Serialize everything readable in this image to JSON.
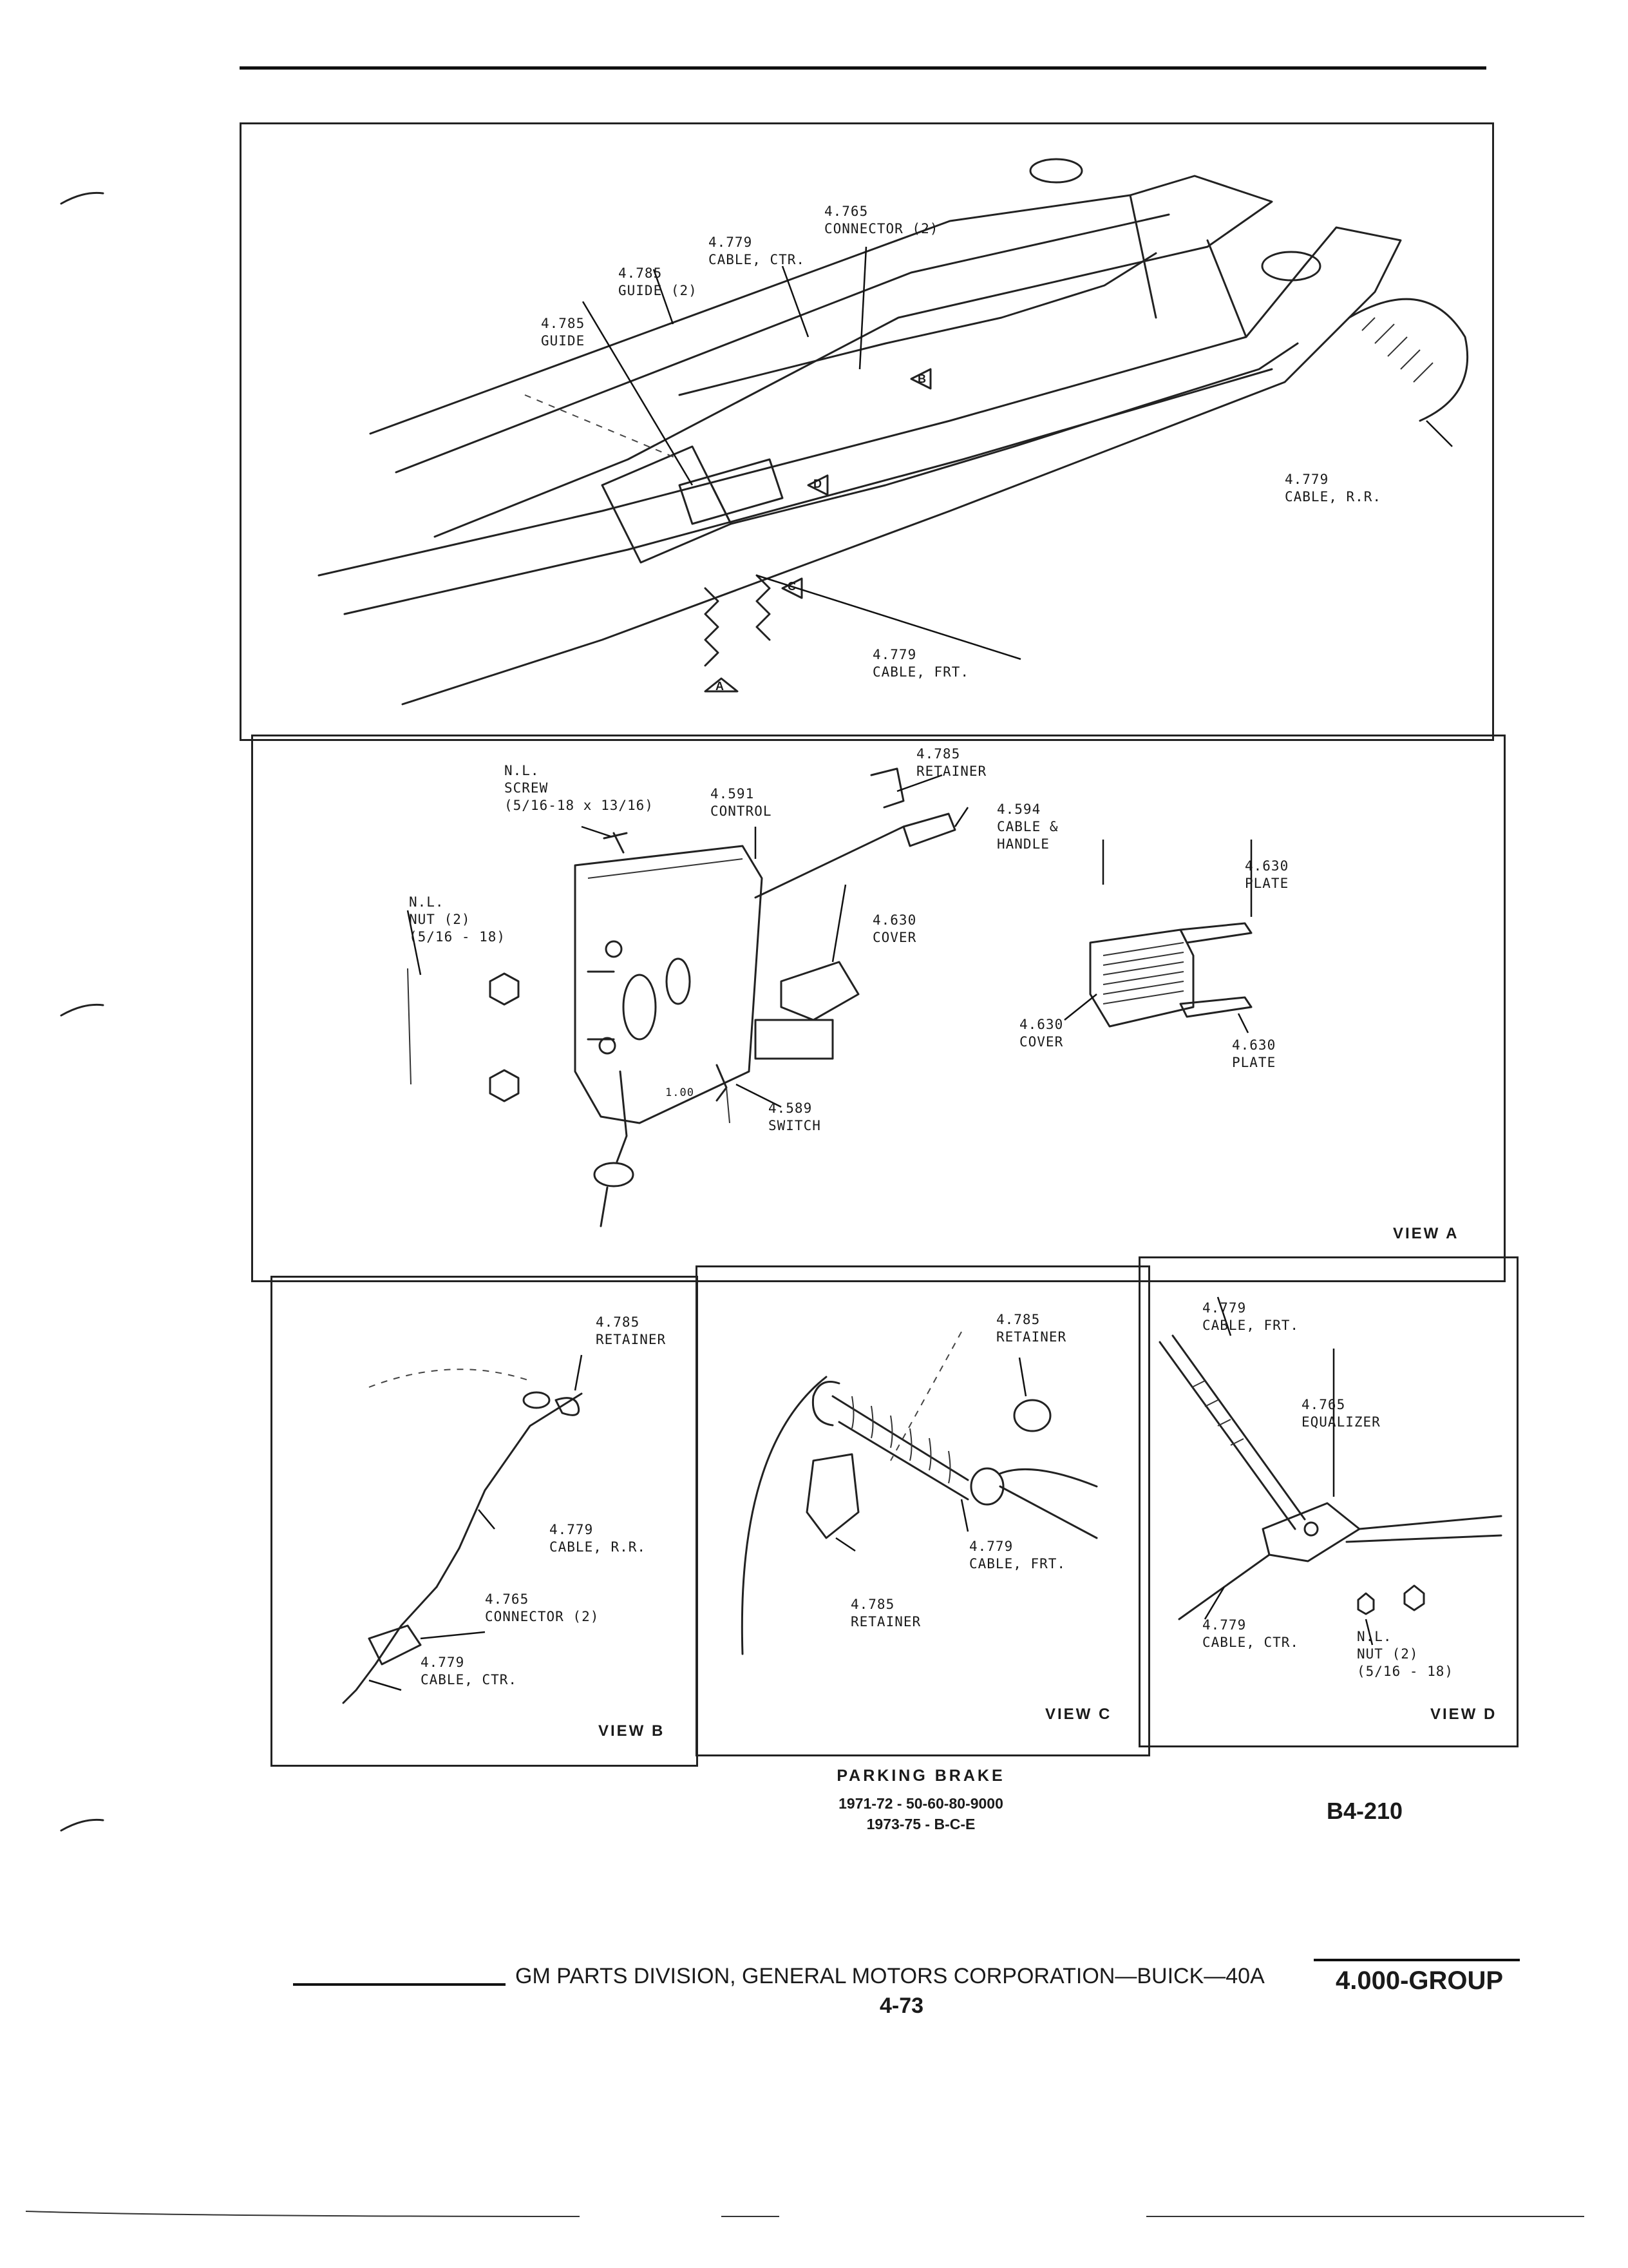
{
  "main_view": {
    "callouts": [
      {
        "id": "c1",
        "text": "4.765\nCONNECTOR (2)"
      },
      {
        "id": "c2",
        "text": "4.779\nCABLE, CTR."
      },
      {
        "id": "c3",
        "text": "4.785\nGUIDE (2)"
      },
      {
        "id": "c4",
        "text": "4.785\nGUIDE"
      },
      {
        "id": "c5",
        "text": "4.779\nCABLE, R.R."
      },
      {
        "id": "c6",
        "text": "4.779\nCABLE, FRT."
      }
    ],
    "view_markers": [
      "A",
      "B",
      "C",
      "D"
    ]
  },
  "view_a": {
    "label": "VIEW A",
    "callouts": [
      {
        "id": "a1",
        "text": "N.L.\nSCREW\n(5/16-18 x 13/16)"
      },
      {
        "id": "a2",
        "text": "4.591\nCONTROL"
      },
      {
        "id": "a3",
        "text": "4.785\nRETAINER"
      },
      {
        "id": "a4",
        "text": "4.594\nCABLE &\nHANDLE"
      },
      {
        "id": "a5",
        "text": "N.L.\nNUT (2)\n(5/16 - 18)"
      },
      {
        "id": "a6",
        "text": "4.630\nCOVER"
      },
      {
        "id": "a7",
        "text": "4.630\nPLATE"
      },
      {
        "id": "a8",
        "text": "4.630\nCOVER"
      },
      {
        "id": "a9",
        "text": "4.630\nPLATE"
      },
      {
        "id": "a10",
        "text": "4.589\nSWITCH"
      },
      {
        "id": "a11",
        "text": "1.00"
      }
    ]
  },
  "view_b": {
    "label": "VIEW B",
    "callouts": [
      {
        "id": "b1",
        "text": "4.785\nRETAINER"
      },
      {
        "id": "b2",
        "text": "4.779\nCABLE, R.R."
      },
      {
        "id": "b3",
        "text": "4.765\nCONNECTOR (2)"
      },
      {
        "id": "b4",
        "text": "4.779\nCABLE, CTR."
      }
    ]
  },
  "view_c": {
    "label": "VIEW C",
    "callouts": [
      {
        "id": "cc1",
        "text": "4.785\nRETAINER"
      },
      {
        "id": "cc2",
        "text": "4.779\nCABLE, FRT."
      },
      {
        "id": "cc3",
        "text": "4.785\nRETAINER"
      }
    ]
  },
  "view_d": {
    "label": "VIEW D",
    "callouts": [
      {
        "id": "d1",
        "text": "4.779\nCABLE, FRT."
      },
      {
        "id": "d2",
        "text": "4.765\nEQUALIZER"
      },
      {
        "id": "d3",
        "text": "4.779\nCABLE, CTR."
      },
      {
        "id": "d4",
        "text": "N.L.\nNUT (2)\n(5/16 - 18)"
      }
    ]
  },
  "caption": {
    "title": "PARKING BRAKE",
    "line1": "1971-72 - 50-60-80-9000",
    "line2": "1973-75 - B-C-E",
    "figure_id": "B4-210"
  },
  "footer": {
    "publisher": "GM PARTS DIVISION, GENERAL MOTORS CORPORATION—BUICK—40A",
    "page": "4-73",
    "group": "4.000-GROUP"
  }
}
